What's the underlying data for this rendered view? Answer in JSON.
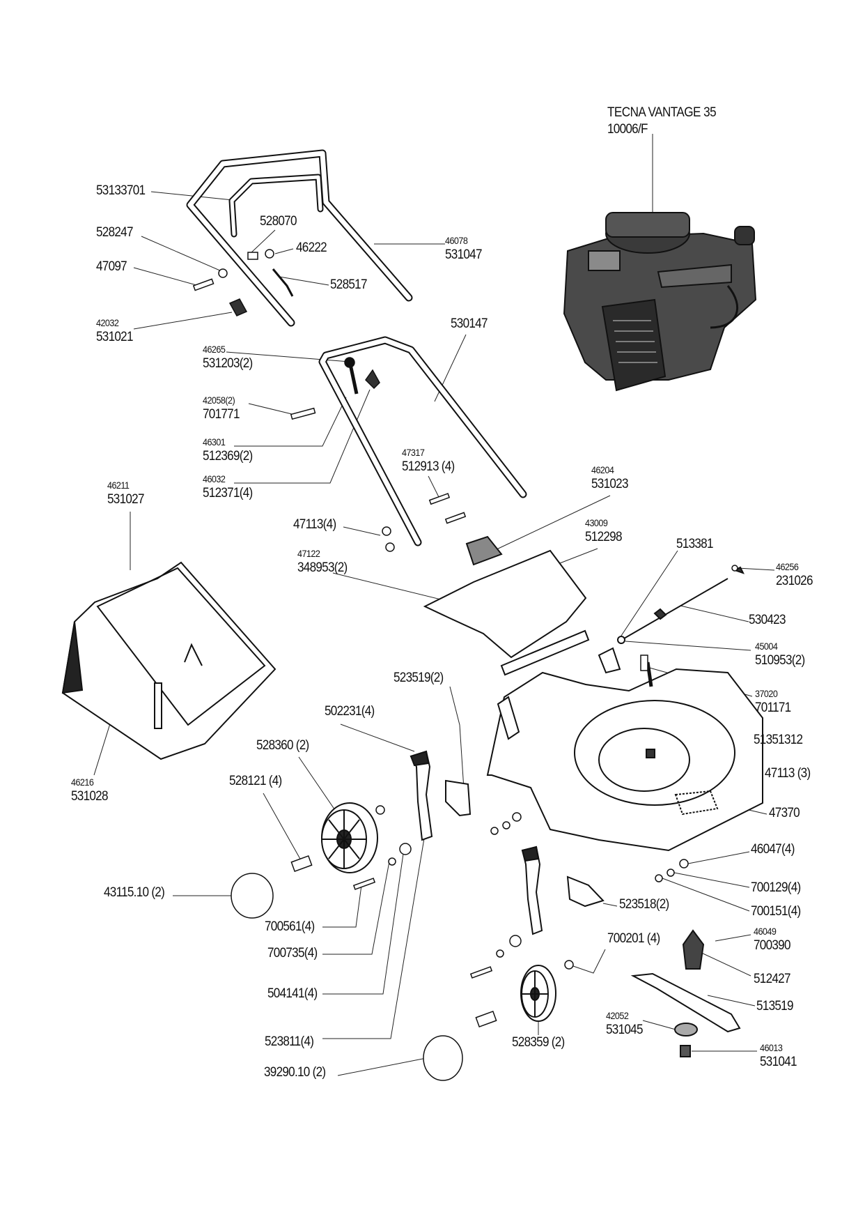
{
  "callouts": [
    {
      "ref": "TECNA VANTAGE 35",
      "code": "10006/F"
    },
    {
      "code": "53133701"
    },
    {
      "code": "528070"
    },
    {
      "code": "528247"
    },
    {
      "code": "46222"
    },
    {
      "ref": "46078",
      "code": "531047"
    },
    {
      "code": "47097"
    },
    {
      "code": "528517"
    },
    {
      "ref": "42032",
      "code": "531021"
    },
    {
      "code": "530147"
    },
    {
      "ref": "46265",
      "code": "531203(2)"
    },
    {
      "ref": "42058(2)",
      "code": "701771"
    },
    {
      "ref": "46301",
      "code": "512369(2)"
    },
    {
      "ref": "46032",
      "code": "512371(4)"
    },
    {
      "ref": "47317",
      "code": "512913 (4)"
    },
    {
      "ref": "46204",
      "code": "531023"
    },
    {
      "ref": "46211",
      "code": "531027"
    },
    {
      "ref": "43009",
      "code": "512298"
    },
    {
      "code": "47113(4)"
    },
    {
      "code": "513381"
    },
    {
      "ref": "47122",
      "code": "348953(2)"
    },
    {
      "ref": "46256",
      "code": "231026"
    },
    {
      "code": "530423"
    },
    {
      "ref": "45004",
      "code": "510953(2)"
    },
    {
      "code": "523519(2)"
    },
    {
      "ref": "37020",
      "code": "701171"
    },
    {
      "code": "502231(4)"
    },
    {
      "code": "51351312"
    },
    {
      "code": "528360 (2)"
    },
    {
      "code": "47113 (3)"
    },
    {
      "code": "528121 (4)"
    },
    {
      "ref": "46216",
      "code": "531028"
    },
    {
      "code": "47370"
    },
    {
      "code": "46047(4)"
    },
    {
      "code": "700129(4)"
    },
    {
      "code": "43115.10 (2)"
    },
    {
      "code": "523518(2)"
    },
    {
      "code": "700151(4)"
    },
    {
      "code": "700561(4)"
    },
    {
      "ref": "46049",
      "code": "700390"
    },
    {
      "code": "700201 (4)"
    },
    {
      "code": "700735(4)"
    },
    {
      "code": "512427"
    },
    {
      "code": "504141(4)"
    },
    {
      "code": "513519"
    },
    {
      "ref": "42052",
      "code": "531045"
    },
    {
      "code": "528359 (2)"
    },
    {
      "code": "523811(4)"
    },
    {
      "ref": "46013",
      "code": "531041"
    },
    {
      "code": "39290.10 (2)"
    }
  ],
  "colors": {
    "ink": "#111111",
    "engine_body": "#4a4a4a",
    "engine_dark": "#222222",
    "paper": "#ffffff"
  }
}
